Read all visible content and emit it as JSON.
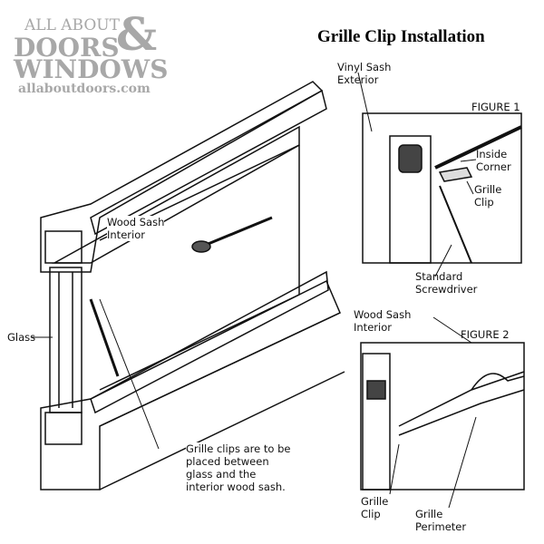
{
  "logo": {
    "line1": "ALL ABOUT",
    "line2": "DOORS",
    "amp": "&",
    "line3": "WINDOWS",
    "url": "allaboutdoors.com"
  },
  "title": "Grille Clip Installation",
  "labels": {
    "vinyl_sash": "Vinyl Sash\nExterior",
    "figure1": "FIGURE 1",
    "inside_corner": "Inside\nCorner",
    "grille_clip_1": "Grille\nClip",
    "screwdriver": "Standard\nScrewdriver",
    "wood_sash_fig2": "Wood Sash\nInterior",
    "figure2": "FIGURE 2",
    "grille_clip_2": "Grille\nClip",
    "grille_perimeter": "Grille\nPerimeter",
    "wood_sash_main": "Wood Sash\nInterior",
    "glass": "Glass",
    "note": "Grille clips are to be\nplaced between\nglass and the\ninterior wood sash."
  }
}
